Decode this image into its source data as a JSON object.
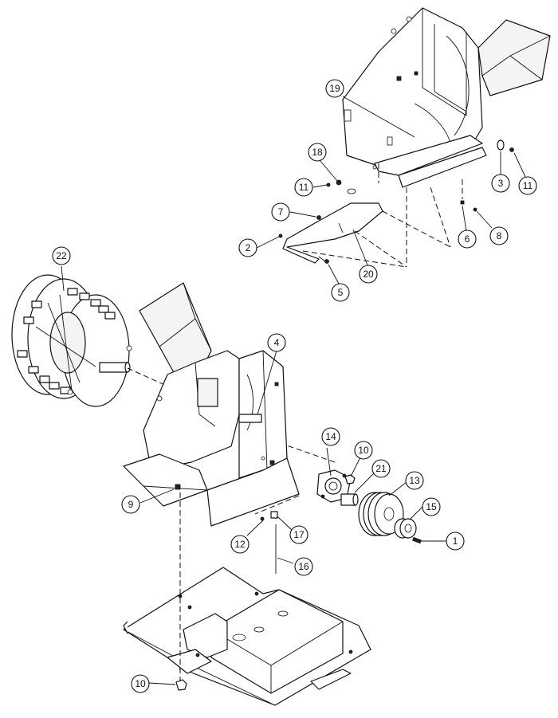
{
  "callouts": [
    {
      "id": "c1",
      "label": "1"
    },
    {
      "id": "c2",
      "label": "2"
    },
    {
      "id": "c3",
      "label": "3"
    },
    {
      "id": "c4",
      "label": "4"
    },
    {
      "id": "c5",
      "label": "5"
    },
    {
      "id": "c6",
      "label": "6"
    },
    {
      "id": "c7",
      "label": "7"
    },
    {
      "id": "c8",
      "label": "8"
    },
    {
      "id": "c9",
      "label": "9"
    },
    {
      "id": "c10a",
      "label": "10"
    },
    {
      "id": "c10b",
      "label": "10"
    },
    {
      "id": "c11a",
      "label": "11"
    },
    {
      "id": "c11b",
      "label": "11"
    },
    {
      "id": "c12",
      "label": "12"
    },
    {
      "id": "c13",
      "label": "13"
    },
    {
      "id": "c14",
      "label": "14"
    },
    {
      "id": "c15",
      "label": "15"
    },
    {
      "id": "c16",
      "label": "16"
    },
    {
      "id": "c17",
      "label": "17"
    },
    {
      "id": "c18",
      "label": "18"
    },
    {
      "id": "c19",
      "label": "19"
    },
    {
      "id": "c20",
      "label": "20"
    },
    {
      "id": "c21",
      "label": "21"
    },
    {
      "id": "c22",
      "label": "22"
    }
  ]
}
